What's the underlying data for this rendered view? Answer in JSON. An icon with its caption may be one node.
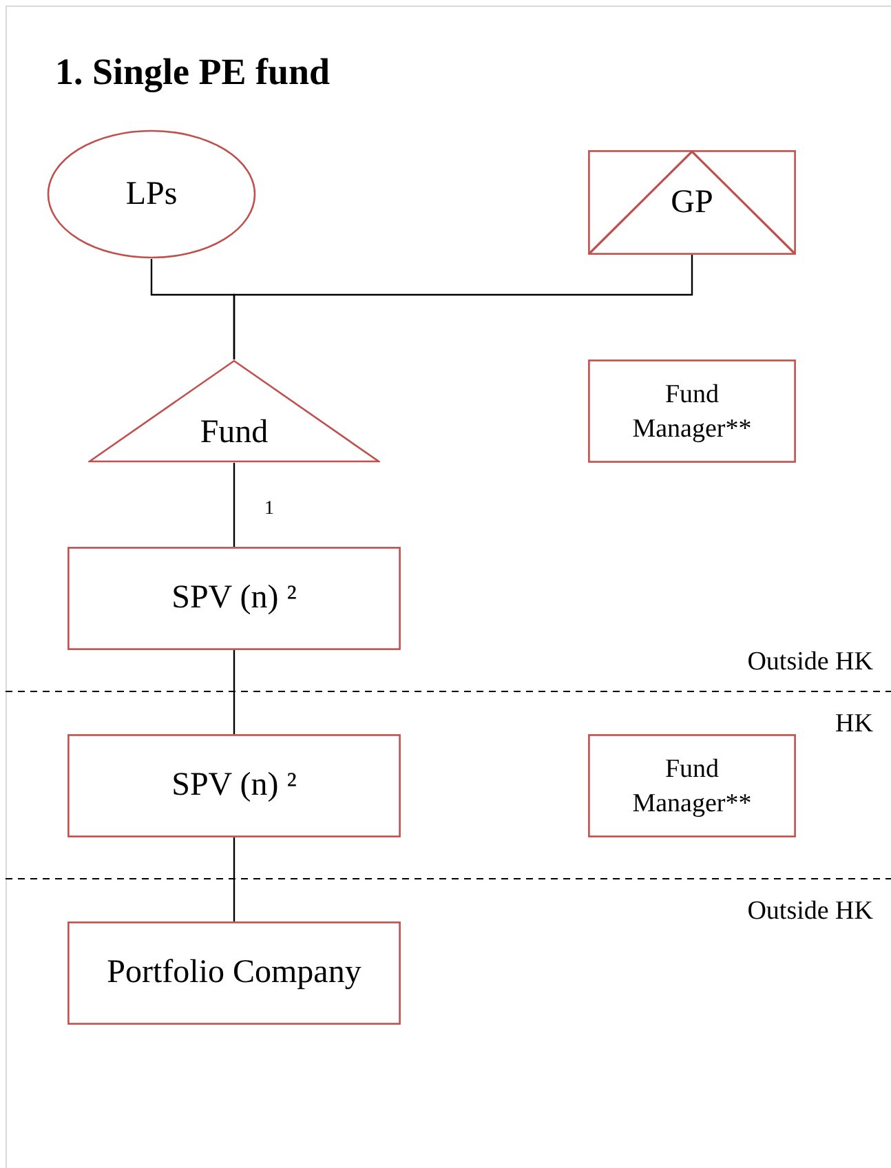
{
  "diagram": {
    "title": "1. Single PE fund",
    "nodes": [
      {
        "text": [
          "LPs"
        ]
      },
      {
        "text": [
          "GP"
        ]
      },
      {
        "text": [
          "Fund"
        ]
      },
      {
        "text": [
          "Fund Manager**"
        ]
      },
      {
        "text": [
          "SPV (n) ²"
        ]
      },
      {
        "text": [
          "SPV (n) ²"
        ]
      },
      {
        "text": [
          "Fund Manager**"
        ]
      },
      {
        "text": [
          "Portfolio Company"
        ]
      }
    ],
    "edges": [
      {
        "from": 0,
        "to": 2,
        "arrow": "none"
      },
      {
        "from": 1,
        "to": 2,
        "arrow": "none"
      },
      {
        "from": 2,
        "to": 4,
        "arrow": "none",
        "label": "1"
      },
      {
        "from": 4,
        "to": 5,
        "arrow": "none"
      },
      {
        "from": 5,
        "to": 7,
        "arrow": "none"
      }
    ],
    "labels": [
      "Outside HK",
      "HK",
      "Outside HK"
    ]
  }
}
